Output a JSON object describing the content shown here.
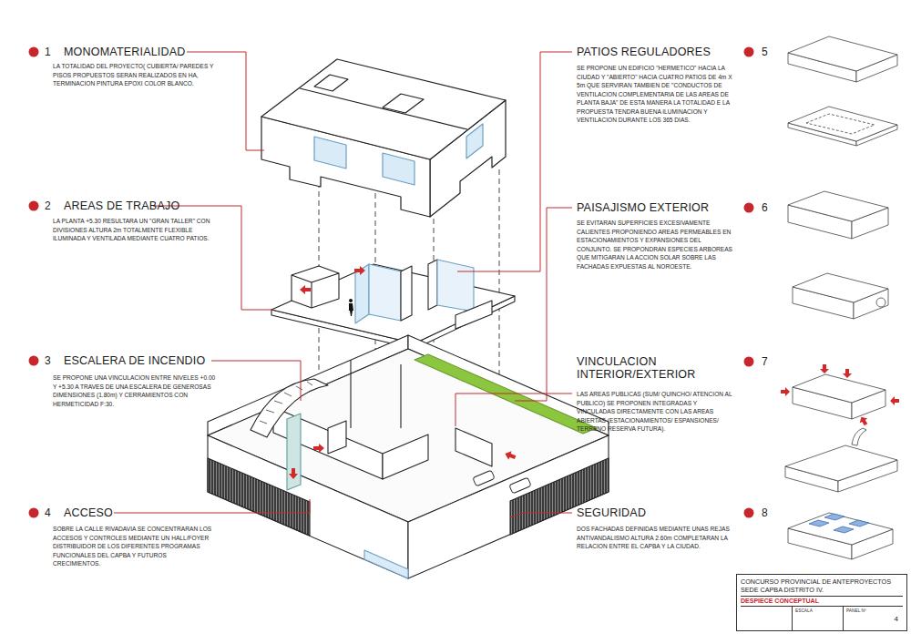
{
  "diagram": {
    "nodes": [
      {
        "text": [
          "CONCURSO PROVINCIAL DE ANTEPROYECTOS SEDE CAPBA DISTRITO IV.",
          "DESPIECE CONCEPTUAL"
        ]
      },
      {
        "text": [
          "ESCALA"
        ],
        "in": 0
      },
      {
        "text": [
          "PANEL Nº",
          "4"
        ],
        "in": 0
      }
    ],
    "labels": [
      "1",
      "MONOMATERIALIDAD",
      "LA TOTALIDAD DEL PROYECTO( CUBIERTA/ PAREDES Y PISOS PROPUESTOS SERAN REALIZADOS EN HA, TERMINACION PINTURA EPOXI COLOR BLANCO.",
      "2",
      "AREAS DE TRABAJO",
      "LA PLANTA +5.30 RESULTARA UN \"GRAN TALLER\" CON DIVISIONES ALTURA 2m TOTALMENTE FLEXIBLE ILUMINADA Y VENTILADA MEDIANTE CUATRO PATIOS.",
      "3",
      "ESCALERA DE INCENDIO",
      "SE PROPONE UNA VINCULACION ENTRE NIVELES +0.00 Y +5.30 A TRAVES DE UNA ESCALERA DE GENEROSAS DIMENSIONES (1.80m) Y CERRAMIENTOS CON HERMETICIDAD F:30.",
      "4",
      "ACCESO",
      "SOBRE LA CALLE RIVADAVIA SE CONCENTRARAN LOS ACCESOS Y CONTROLES MEDIANTE UN HALL/FOYER DISTRIBUIDOR DE LOS DIFERENTES PROGRAMAS FUNCIONALES DEL CAPBA Y FUTUROS CRECIMIENTOS.",
      "PATIOS REGULADORES",
      "5",
      "SE PROPONE UN EDIFICIO \"HERMETICO\" HACIA LA CIUDAD Y \"ABIERTO\" HACIA CUATRO PATIOS DE 4m X 5m QUE SERVIRAN TAMBIEN DE \"CONDUCTOS DE VENTILACION COMPLEMENTARIA DE LAS AREAS DE PLANTA BAJA\" DE ESTA MANERA LA TOTALIDAD E LA PROPUESTA TENDRA BUENA ILUMINACION Y VENTILACION DURANTE LOS 365 DIAS.",
      "PAISAJISMO EXTERIOR",
      "6",
      "SE EVITARAN SUPERFICIES EXCESIVAMENTE CALIENTES PROPONIENDO AREAS PERMEABLES EN ESTACIONAMIENTOS Y EXPANSIONES DEL CONJUNTO. SE PROPONDRAN ESPECIES ARBOREAS QUE MITIGARAN LA ACCION SOLAR SOBRE LAS FACHADAS EXPUESTAS AL NOROESTE.",
      "VINCULACION INTERIOR/EXTERIOR",
      "7",
      "LAS AREAS PUBLICAS (SUM/ QUINCHO/ ATENCION AL PUBLICO) SE PROPONEN INTEGRADAS Y VINCULADAS DIRECTAMENTE CON LAS AREAS ABIERTAS (ESTACIONAMIENTOS/ ESPANSIONES/ TERRENO RESERVA FUTURA).",
      "SEGURIDAD",
      "8",
      "DOS FACHADAS DEFINIDAS MEDIANTE UNAS REJAS ANTIVANDALISMO ALTURA 2.60m COMPLETARAN LA RELACION ENTRE EL CAPBA Y LA CIUDAD."
    ]
  }
}
